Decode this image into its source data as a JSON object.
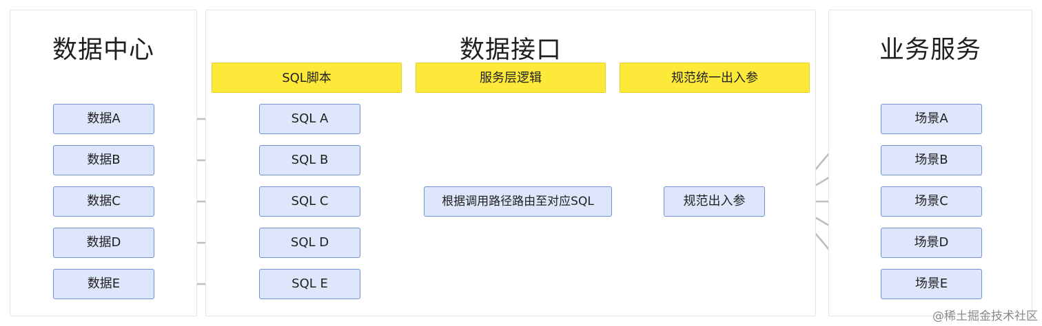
{
  "panels": {
    "data_center": {
      "title": "数据中心"
    },
    "data_interface": {
      "title": "数据接口"
    },
    "business": {
      "title": "业务服务"
    }
  },
  "layers": {
    "sql_script": "SQL脚本",
    "service_logic": "服务层逻辑",
    "io_spec": "规范统一出入参"
  },
  "data_nodes": [
    "数据A",
    "数据B",
    "数据C",
    "数据D",
    "数据E"
  ],
  "sql_nodes": [
    "SQL A",
    "SQL B",
    "SQL C",
    "SQL D",
    "SQL E"
  ],
  "router_node": "根据调用路径路由至对应SQL",
  "spec_node": "规范出入参",
  "scene_nodes": [
    "场景A",
    "场景B",
    "场景C",
    "场景D",
    "场景E"
  ],
  "watermark": "@稀土掘金技术社区",
  "colors": {
    "node_fill": "#dde6fa",
    "node_border": "#6f8fd6",
    "layer_fill": "#fde93a",
    "edge": "#bdbdbd"
  }
}
